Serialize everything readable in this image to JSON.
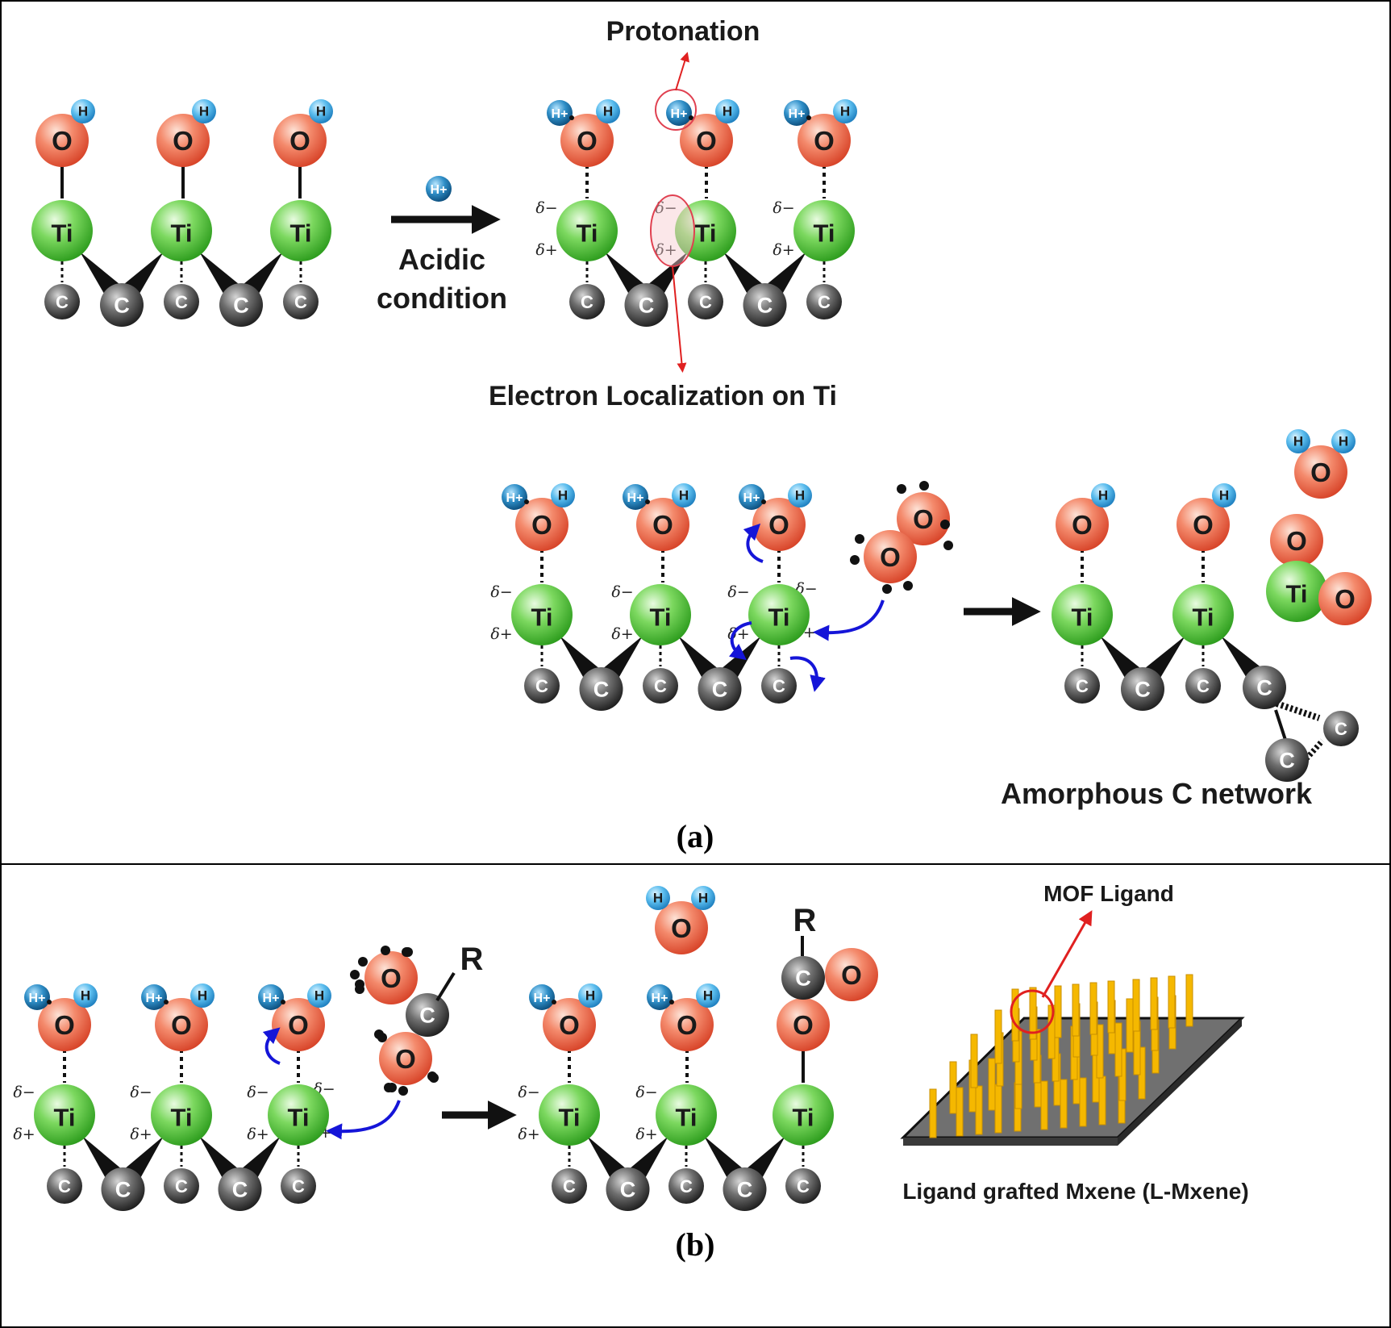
{
  "panel_a": {
    "caption": "(a)",
    "arrow_label_line1": "Acidic",
    "arrow_label_line2": "condition",
    "reagent_proton": "H+",
    "annotation_protonation": "Protonation",
    "annotation_electron": "Electron Localization on Ti",
    "annotation_amorphous": "Amorphous C network"
  },
  "panel_b": {
    "caption": "(b)",
    "annotation_mof": "MOF Ligand",
    "annotation_lmxene": "Ligand grafted Mxene (L-Mxene)",
    "r_group": "R"
  },
  "atoms": {
    "oxygen": "O",
    "hydrogen": "H",
    "titanium": "Ti",
    "carbon": "C",
    "proton": "H+",
    "delta_minus": "δ−",
    "delta_plus": "δ+"
  },
  "colors": {
    "oxygen": "#f07050",
    "hydrogen": "#4fb6ea",
    "titanium": "#5ccd46",
    "carbon": "#5a5a5a",
    "reaction_arrow": "#111111",
    "electron_arrow": "#1515d8",
    "annotation": "#e02020",
    "ligand": "#f5b800",
    "substrate": "#6e6e6e"
  }
}
